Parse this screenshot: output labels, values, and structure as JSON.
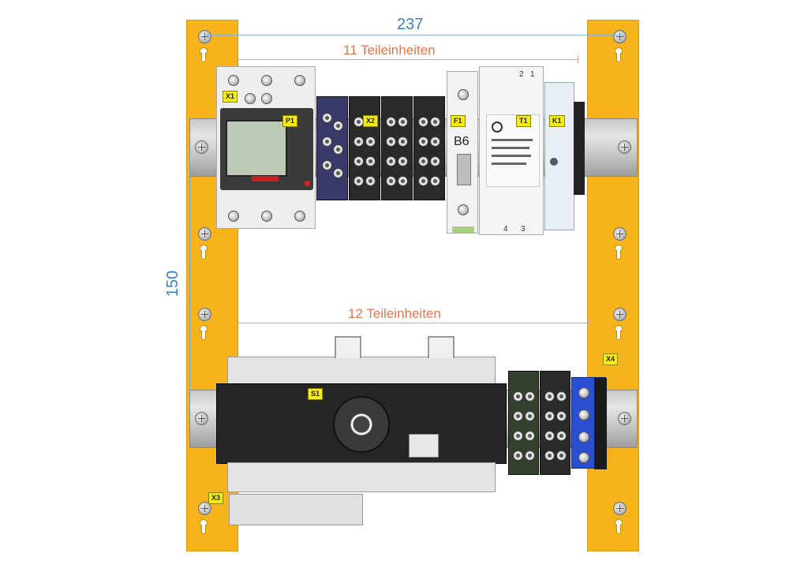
{
  "dimensions": {
    "width_mm": "237",
    "height_mm": "150",
    "top_row_units": "11 Teileinheiten",
    "bottom_row_units": "12 Teileinheiten"
  },
  "labels": {
    "x1": "X1",
    "p1": "P1",
    "x2": "X2",
    "f1": "F1",
    "t1": "T1",
    "k1": "K1",
    "s1": "S1",
    "x3": "X3",
    "x4": "X4",
    "breaker_rating": "B6",
    "psu_terminal_left_top": "2",
    "psu_terminal_right_top": "1",
    "psu_terminal_left_bottom": "4",
    "psu_terminal_right_bottom": "3"
  },
  "colors": {
    "rail": "#f6b31c",
    "dimension_blue": "#3a7fc5",
    "dimension_orange": "#e8744a",
    "tag_yellow": "#f7ec12",
    "terminal_blue": "#2a4fd0"
  }
}
